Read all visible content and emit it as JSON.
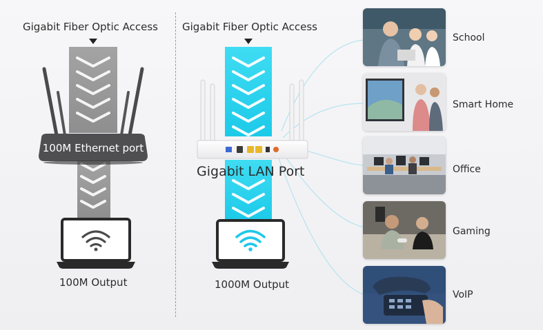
{
  "left_panel": {
    "access_label": "Gigabit Fiber Optic Access",
    "port_label": "100M Ethernet port",
    "output_label": "100M Output"
  },
  "right_panel": {
    "access_label": "Gigabit Fiber Optic Access",
    "port_label": "Gigabit LAN Port",
    "output_label": "1000M Output"
  },
  "scenarios": [
    {
      "label": "School",
      "icon": "classroom-photo"
    },
    {
      "label": "Smart Home",
      "icon": "smart-home-photo"
    },
    {
      "label": "Office",
      "icon": "office-photo"
    },
    {
      "label": "Gaming",
      "icon": "gaming-photo"
    },
    {
      "label": "VoIP",
      "icon": "voip-phone-photo"
    }
  ],
  "colors": {
    "gigabit_band": "#22d3ee",
    "legacy_band": "#9b9b9b",
    "wifi_accent": "#1fc8ea"
  }
}
